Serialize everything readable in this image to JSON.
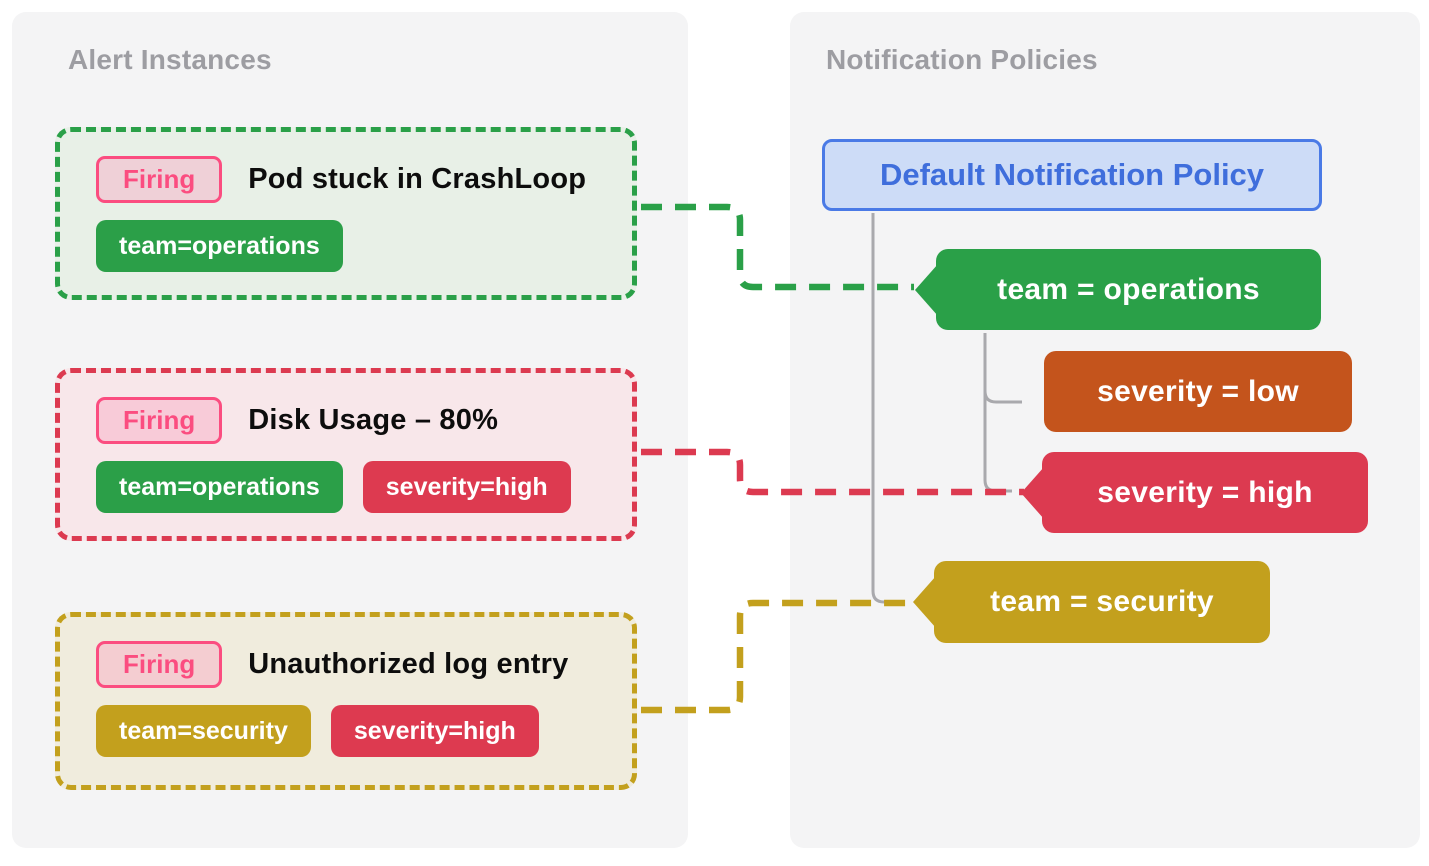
{
  "left_panel": {
    "title": "Alert Instances",
    "alerts": [
      {
        "state": "Firing",
        "title": "Pod stuck in CrashLoop",
        "labels": [
          {
            "text": "team=operations",
            "color": "green"
          }
        ]
      },
      {
        "state": "Firing",
        "title": "Disk Usage – 80%",
        "labels": [
          {
            "text": "team=operations",
            "color": "green"
          },
          {
            "text": "severity=high",
            "color": "red"
          }
        ]
      },
      {
        "state": "Firing",
        "title": "Unauthorized log entry",
        "labels": [
          {
            "text": "team=security",
            "color": "gold"
          },
          {
            "text": "severity=high",
            "color": "red"
          }
        ]
      }
    ]
  },
  "right_panel": {
    "title": "Notification Policies",
    "root_policy": "Default Notification Policy",
    "policies": [
      {
        "label": "team = operations",
        "color": "green"
      },
      {
        "label": "severity = low",
        "color": "orange"
      },
      {
        "label": "severity = high",
        "color": "red"
      },
      {
        "label": "team = security",
        "color": "gold"
      }
    ]
  },
  "connections": [
    {
      "from": "Pod stuck in CrashLoop",
      "to": "team = operations",
      "color": "green"
    },
    {
      "from": "Disk Usage – 80%",
      "to": "severity = high",
      "color": "red"
    },
    {
      "from": "Unauthorized log entry",
      "to": "team = security",
      "color": "gold"
    }
  ],
  "colors": {
    "green": "#2aa048",
    "red": "#dc3a50",
    "gold": "#c3a01d",
    "orange": "#c4541c",
    "pink": "#fb4d80",
    "blue_border": "#4a7ae6",
    "blue_text": "#3f6edc",
    "blue_bg": "#cddcf7",
    "panel_bg": "#f4f4f5",
    "tree_line": "#a9a9ad"
  }
}
